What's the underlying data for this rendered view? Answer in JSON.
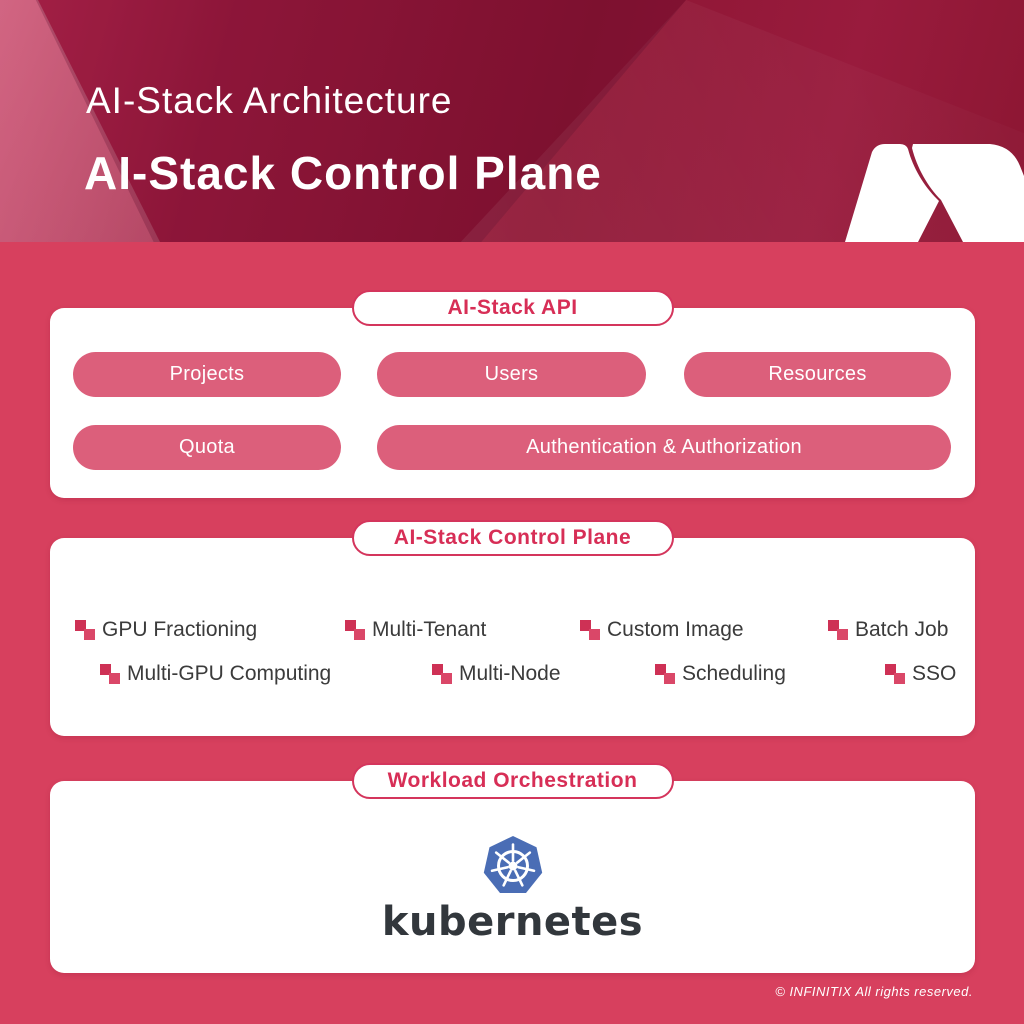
{
  "header": {
    "subtitle": "AI-Stack Architecture",
    "title": "AI-Stack Control Plane"
  },
  "panels": {
    "api": {
      "tab": "AI-Stack API",
      "row1": [
        "Projects",
        "Users",
        "Resources"
      ],
      "row2": [
        "Quota",
        "Authentication & Authorization"
      ]
    },
    "control_plane": {
      "tab": "AI-Stack Control Plane",
      "row1": [
        "GPU Fractioning",
        "Multi-Tenant",
        "Custom Image",
        "Batch Job"
      ],
      "row2": [
        "Multi-GPU Computing",
        "Multi-Node",
        "Scheduling",
        "SSO"
      ]
    },
    "orchestration": {
      "tab": "Workload Orchestration",
      "kubernetes_label": "kubernetes"
    }
  },
  "footer": {
    "copyright": "© INFINITIX All rights reserved."
  },
  "icons": {
    "brand": "infinitix-ribbon-logo",
    "feature": "dual-squares-icon",
    "kubernetes": "kubernetes-helm-logo"
  },
  "colors": {
    "body_background": "#D7405E",
    "header_dark": "#8E1634",
    "header_bright": "#C02A52",
    "pill": "#DC5F7B",
    "tab_accent": "#D72E56",
    "feature_text": "#3B3B3B",
    "feature_icon": "#CE3155",
    "kubernetes_blue": "#4A6DB5",
    "kubernetes_text": "#32373C",
    "white": "#FFFFFF"
  }
}
